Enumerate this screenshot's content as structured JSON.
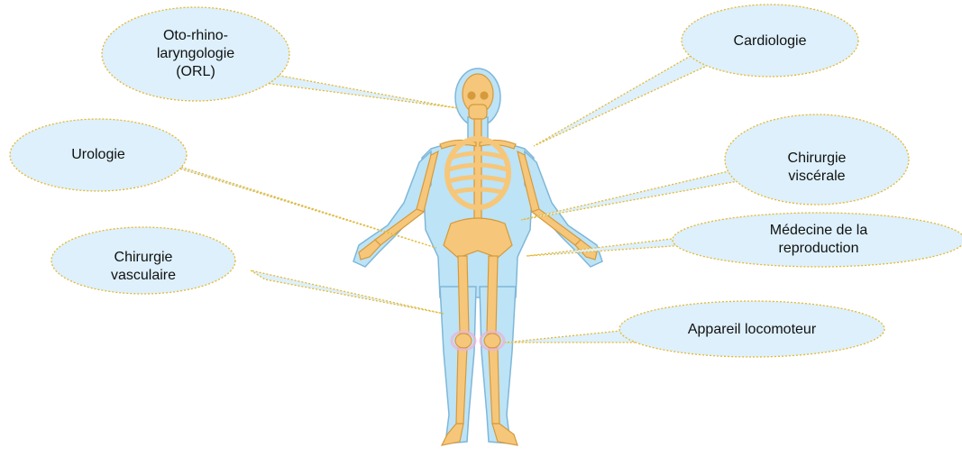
{
  "colors": {
    "bubble_fill": "#ddf0fb",
    "bubble_stroke": "#e6b830",
    "body_fill": "#bde3f6",
    "body_stroke": "#7fb7d8",
    "bone_fill": "#f6c77a",
    "bone_stroke": "#d59a3c"
  },
  "callouts": {
    "orl": {
      "lines": [
        "Oto-rhino-",
        "laryngologie",
        "(ORL)"
      ]
    },
    "cardiologie": {
      "lines": [
        "Cardiologie"
      ]
    },
    "urologie": {
      "lines": [
        "Urologie"
      ]
    },
    "chirurgie_viscerale": {
      "lines": [
        "Chirurgie",
        "viscérale"
      ]
    },
    "medecine_reproduction": {
      "lines": [
        "Médecine de la",
        "reproduction"
      ]
    },
    "chirurgie_vasculaire": {
      "lines": [
        "Chirurgie",
        "vasculaire"
      ]
    },
    "appareil_locomoteur": {
      "lines": [
        "Appareil locomoteur"
      ]
    }
  }
}
